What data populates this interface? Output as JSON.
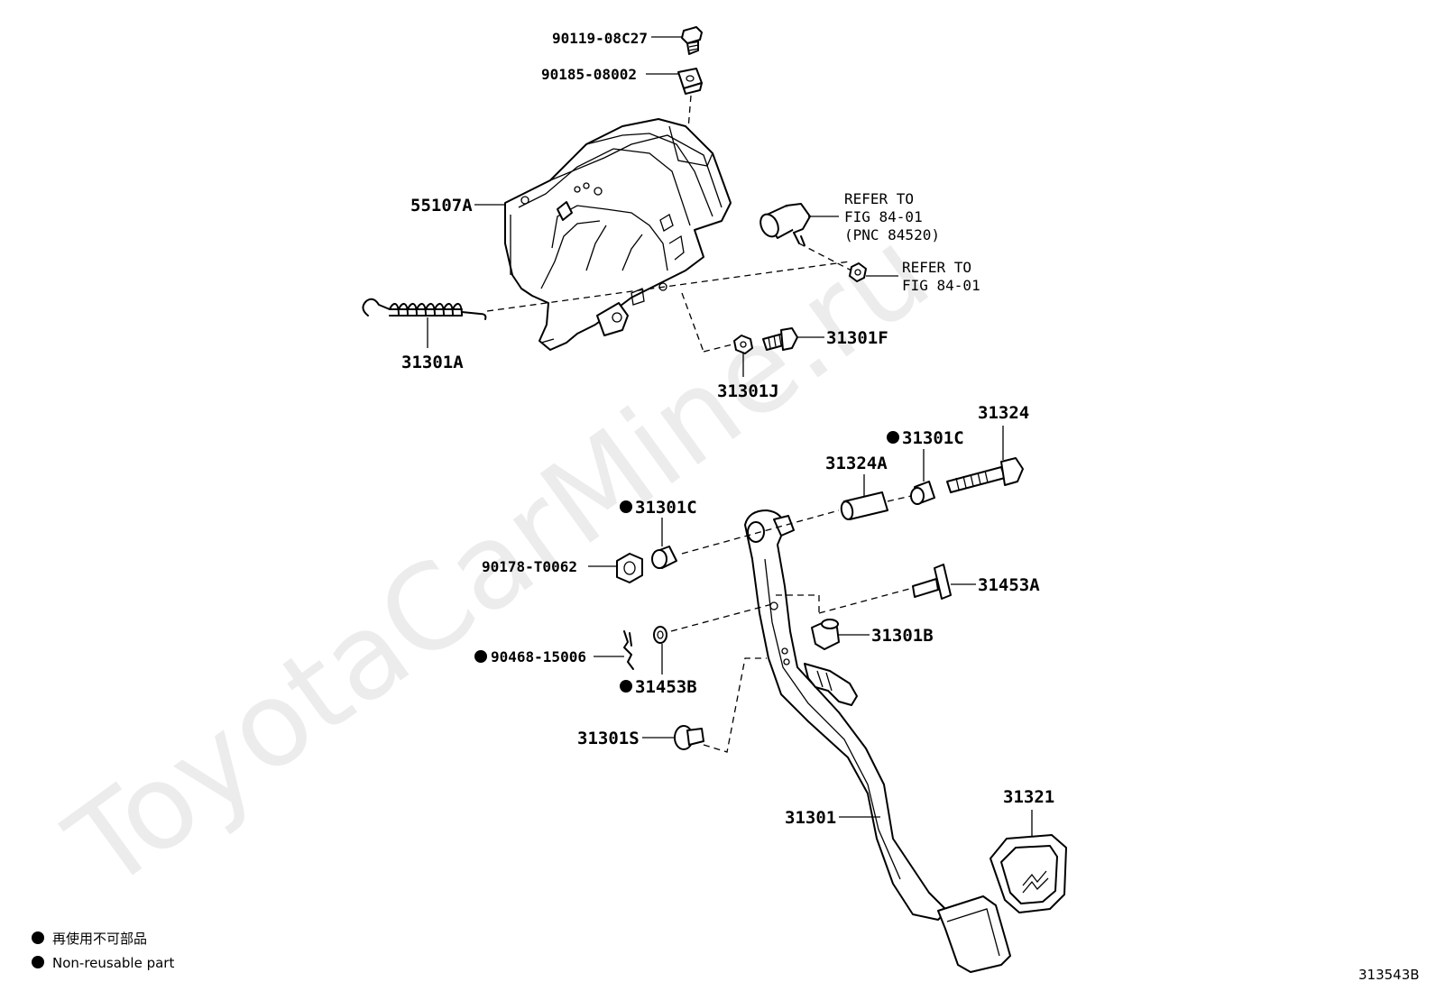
{
  "watermark": "ToyotaCarMine.ru",
  "diagram_code": "313543B",
  "legend": [
    {
      "symbol": "filled-circle",
      "text": "再使用不可部品"
    },
    {
      "symbol": "filled-circle",
      "text": "Non-reusable part"
    }
  ],
  "refs": {
    "sensor": [
      "REFER TO",
      "FIG 84-01",
      "(PNC 84520)"
    ],
    "nut": [
      "REFER TO",
      "FIG 84-01"
    ]
  },
  "parts": {
    "p90119": "90119-08C27",
    "p90185": "90185-08002",
    "p55107A": "55107A",
    "p31301A": "31301A",
    "p31301F": "31301F",
    "p31301J": "31301J",
    "p31324": "31324",
    "p31301C_top": "31301C",
    "p31324A": "31324A",
    "p31301C_left": "31301C",
    "p90178": "90178-T0062",
    "p31453A": "31453A",
    "p31301B": "31301B",
    "p90468": "90468-15006",
    "p31453B": "31453B",
    "p31301S": "31301S",
    "p31301": "31301",
    "p31321": "31321"
  }
}
